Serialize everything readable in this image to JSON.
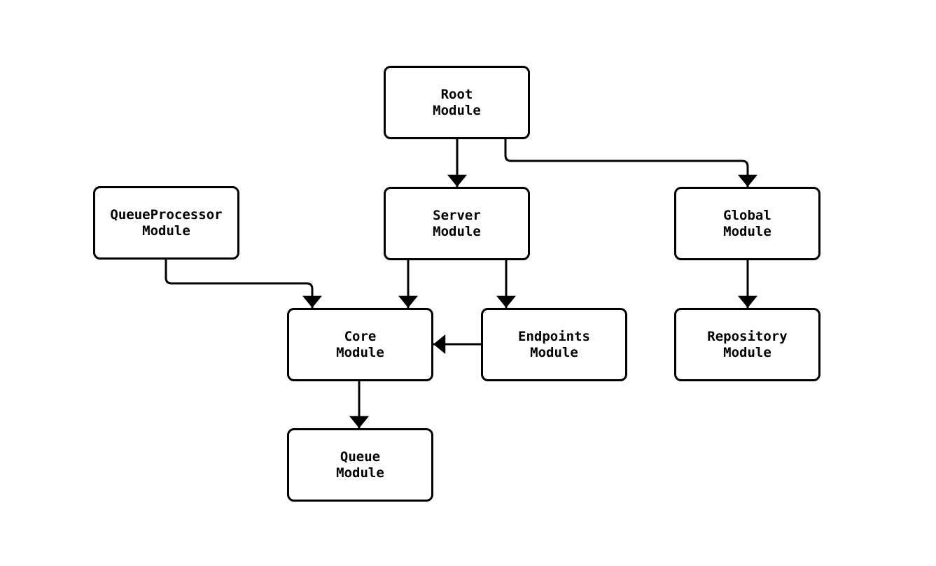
{
  "diagram": {
    "nodes": [
      {
        "id": "root-module",
        "lines": [
          "Root",
          "Module"
        ]
      },
      {
        "id": "queueprocessor-module",
        "lines": [
          "QueueProcessor",
          "Module"
        ]
      },
      {
        "id": "server-module",
        "lines": [
          "Server",
          "Module"
        ]
      },
      {
        "id": "global-module",
        "lines": [
          "Global",
          "Module"
        ]
      },
      {
        "id": "core-module",
        "lines": [
          "Core",
          "Module"
        ]
      },
      {
        "id": "endpoints-module",
        "lines": [
          "Endpoints",
          "Module"
        ]
      },
      {
        "id": "repository-module",
        "lines": [
          "Repository",
          "Module"
        ]
      },
      {
        "id": "queue-module",
        "lines": [
          "Queue",
          "Module"
        ]
      }
    ],
    "edges": [
      {
        "from": "root-module",
        "to": "server-module"
      },
      {
        "from": "root-module",
        "to": "global-module"
      },
      {
        "from": "queueprocessor-module",
        "to": "core-module"
      },
      {
        "from": "server-module",
        "to": "core-module"
      },
      {
        "from": "server-module",
        "to": "endpoints-module"
      },
      {
        "from": "endpoints-module",
        "to": "core-module"
      },
      {
        "from": "global-module",
        "to": "repository-module"
      },
      {
        "from": "core-module",
        "to": "queue-module"
      }
    ],
    "colors": {
      "background": "#ffffff",
      "node_fill": "#ffffff",
      "node_border": "#000000",
      "edge": "#000000",
      "text": "#000000"
    }
  }
}
